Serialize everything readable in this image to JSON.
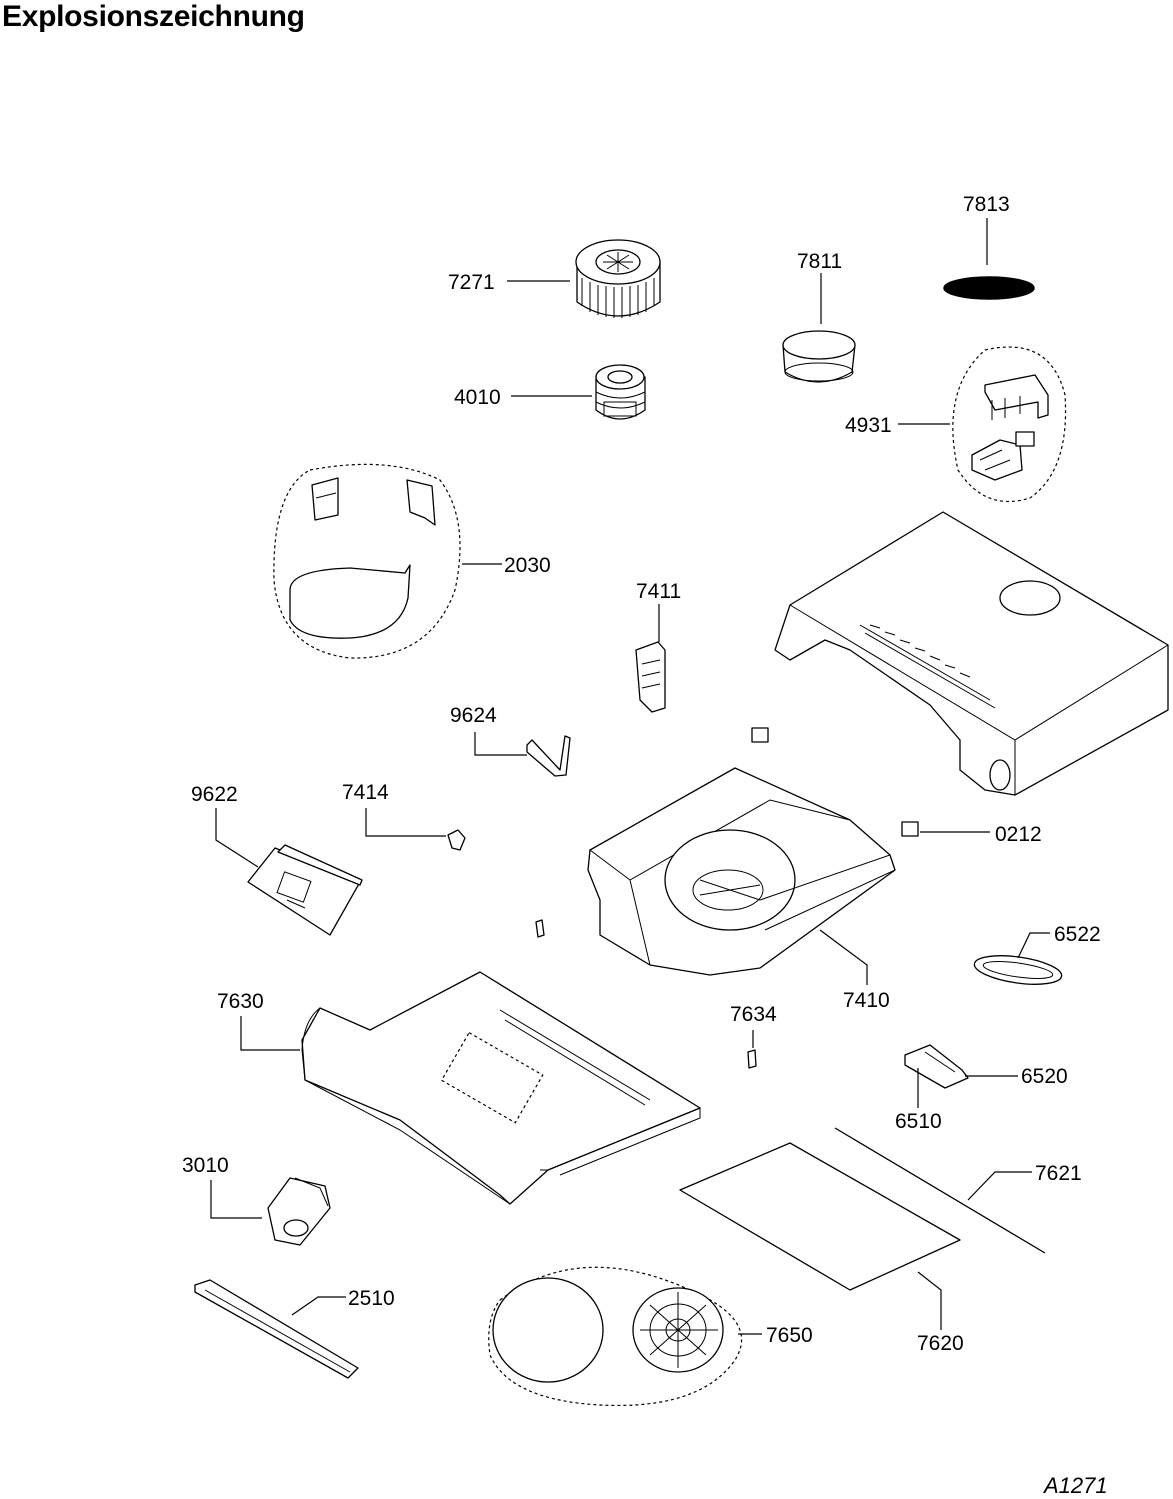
{
  "title": "Explosionszeichnung",
  "drawing_code": "A1271",
  "parts": [
    {
      "id": "p7813",
      "number": "7813"
    },
    {
      "id": "p7271",
      "number": "7271"
    },
    {
      "id": "p7811",
      "number": "7811"
    },
    {
      "id": "p4010",
      "number": "4010"
    },
    {
      "id": "p4931",
      "number": "4931"
    },
    {
      "id": "p2030",
      "number": "2030"
    },
    {
      "id": "p7411",
      "number": "7411"
    },
    {
      "id": "p9624",
      "number": "9624"
    },
    {
      "id": "p9622",
      "number": "9622"
    },
    {
      "id": "p7414",
      "number": "7414"
    },
    {
      "id": "p0212",
      "number": "0212"
    },
    {
      "id": "p6522",
      "number": "6522"
    },
    {
      "id": "p7630",
      "number": "7630"
    },
    {
      "id": "p7634",
      "number": "7634"
    },
    {
      "id": "p7410",
      "number": "7410"
    },
    {
      "id": "p6520",
      "number": "6520"
    },
    {
      "id": "p6510",
      "number": "6510"
    },
    {
      "id": "p3010",
      "number": "3010"
    },
    {
      "id": "p7621",
      "number": "7621"
    },
    {
      "id": "p2510",
      "number": "2510"
    },
    {
      "id": "p7650",
      "number": "7650"
    },
    {
      "id": "p7620",
      "number": "7620"
    }
  ]
}
